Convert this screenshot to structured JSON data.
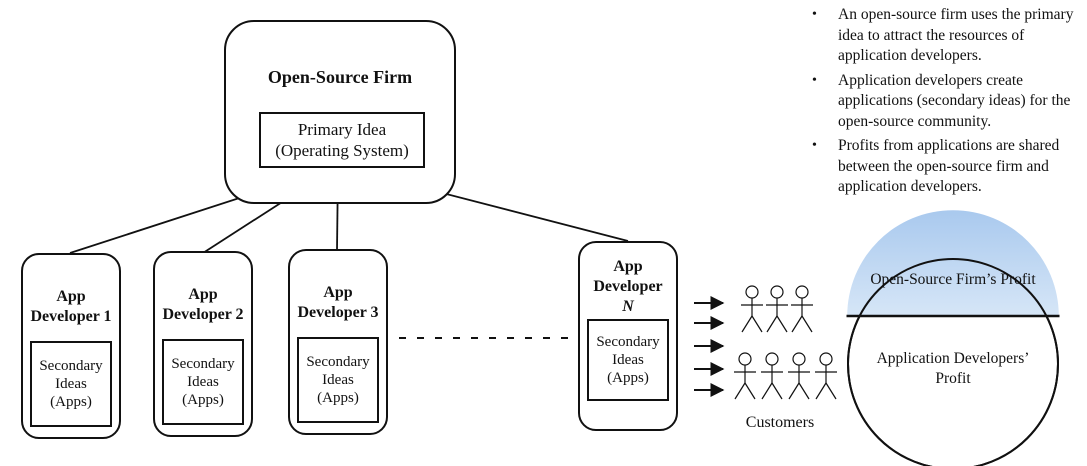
{
  "firm": {
    "title": "Open-Source Firm",
    "primary_idea": [
      "Primary Idea",
      "(Operating System)"
    ]
  },
  "developers": [
    {
      "title_lines": [
        "App",
        "Developer 1"
      ],
      "ideas_lines": [
        "Secondary",
        "Ideas",
        "(Apps)"
      ]
    },
    {
      "title_lines": [
        "App",
        "Developer 2"
      ],
      "ideas_lines": [
        "Secondary",
        "Ideas",
        "(Apps)"
      ]
    },
    {
      "title_lines": [
        "App",
        "Developer 3"
      ],
      "ideas_lines": [
        "Secondary",
        "Ideas",
        "(Apps)"
      ]
    },
    {
      "title_lines": [
        "App",
        "Developer",
        "N"
      ],
      "ideas_lines": [
        "Secondary",
        "Ideas",
        "(Apps)"
      ]
    }
  ],
  "bullets": [
    "An open-source firm uses the primary idea to attract the resources of application developers.",
    "Application developers create applications (secondary ideas) for the open-source community.",
    "Profits from applications are shared between the open-source firm and application developers."
  ],
  "customers_label": "Customers",
  "profit_split": {
    "firm_label": "Open-Source Firm’s Profit",
    "developers_label": "Application Developers’ Profit"
  },
  "colors": {
    "firm_profit_fill": "#bcd6f2",
    "stroke": "#111111"
  }
}
